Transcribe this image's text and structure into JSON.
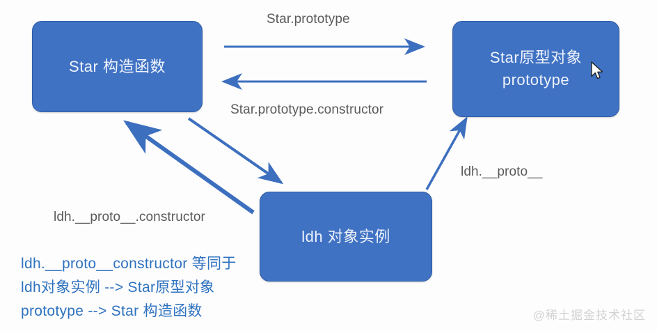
{
  "diagram": {
    "title": "JavaScript prototype chain diagram",
    "colors": {
      "node_fill": "#4072C4",
      "node_border": "#2f5ba5",
      "node_text": "#eef3fb",
      "arrow": "#3d6fbf",
      "edge_label_text": "#5a5a5a",
      "note_text": "#2f72c0",
      "watermark_text": "#d2d2d2",
      "background": "#fdfdfd"
    },
    "nodes": [
      {
        "id": "star",
        "label": "Star 构造函数"
      },
      {
        "id": "prototype",
        "label": "Star原型对象\nprototype"
      },
      {
        "id": "ldh",
        "label": "ldh 对象实例"
      }
    ],
    "edge_labels": {
      "star_prototype": "Star.prototype",
      "star_prototype_constructor": "Star.prototype.constructor",
      "ldh_proto": "ldh.__proto__",
      "ldh_proto_constructor": "ldh.__proto__.constructor"
    },
    "edges": [
      {
        "from": "star",
        "to": "prototype",
        "label": "Star.prototype",
        "direction": "right"
      },
      {
        "from": "prototype",
        "to": "star",
        "label": "Star.prototype.constructor",
        "direction": "left"
      },
      {
        "from": "star",
        "to": "ldh",
        "label": "",
        "direction": "down-right"
      },
      {
        "from": "ldh",
        "to": "prototype",
        "label": "ldh.__proto__",
        "direction": "up-right"
      },
      {
        "from": "ldh-area",
        "to": "star",
        "label": "ldh.__proto__.constructor",
        "direction": "up-left"
      }
    ],
    "note_lines": [
      "ldh.__proto__constructor 等同于",
      "ldh对象实例 --> Star原型对象",
      "prototype --> Star 构造函数"
    ],
    "watermark": "@稀土掘金技术社区"
  }
}
